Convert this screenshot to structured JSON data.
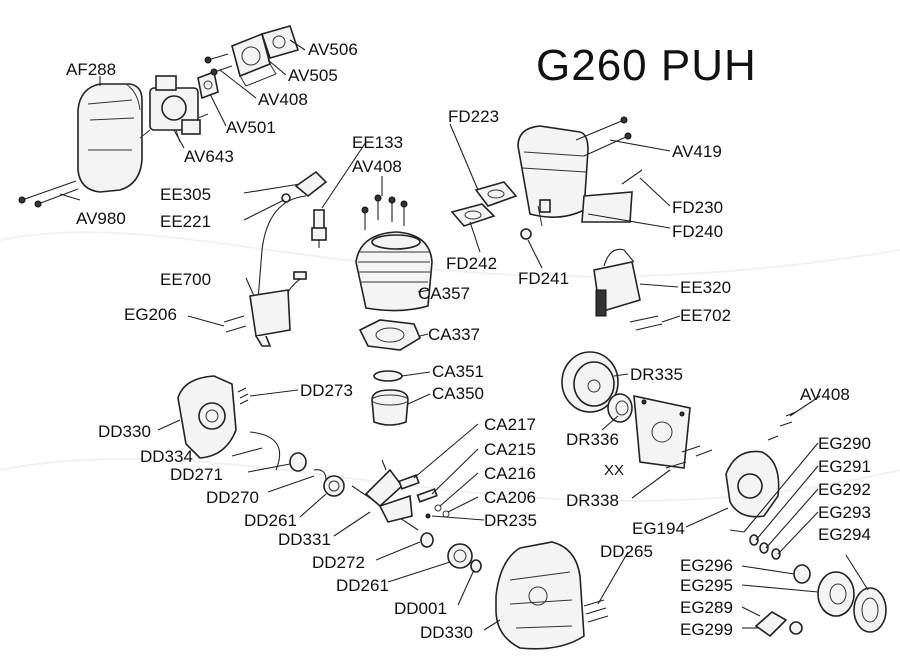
{
  "title": "G260 PUH",
  "labels": [
    {
      "id": "AV506",
      "text": "AV506"
    },
    {
      "id": "AV505",
      "text": "AV505"
    },
    {
      "id": "AF288",
      "text": "AF288"
    },
    {
      "id": "AV408a",
      "text": "AV408"
    },
    {
      "id": "AV501",
      "text": "AV501"
    },
    {
      "id": "AV643",
      "text": "AV643"
    },
    {
      "id": "FD223",
      "text": "FD223"
    },
    {
      "id": "AV419",
      "text": "AV419"
    },
    {
      "id": "EE133",
      "text": "EE133"
    },
    {
      "id": "AV408b",
      "text": "AV408"
    },
    {
      "id": "EE305",
      "text": "EE305"
    },
    {
      "id": "EE221",
      "text": "EE221"
    },
    {
      "id": "AV980",
      "text": "AV980"
    },
    {
      "id": "FD230",
      "text": "FD230"
    },
    {
      "id": "FD240",
      "text": "FD240"
    },
    {
      "id": "FD242",
      "text": "FD242"
    },
    {
      "id": "FD241",
      "text": "FD241"
    },
    {
      "id": "EE700",
      "text": "EE700"
    },
    {
      "id": "CA357",
      "text": "CA357"
    },
    {
      "id": "EE320",
      "text": "EE320"
    },
    {
      "id": "EG206",
      "text": "EG206"
    },
    {
      "id": "EE702",
      "text": "EE702"
    },
    {
      "id": "CA337",
      "text": "CA337"
    },
    {
      "id": "CA351",
      "text": "CA351"
    },
    {
      "id": "DR335",
      "text": "DR335"
    },
    {
      "id": "DD273",
      "text": "DD273"
    },
    {
      "id": "CA350",
      "text": "CA350"
    },
    {
      "id": "AV408c",
      "text": "AV408"
    },
    {
      "id": "DD330a",
      "text": "DD330"
    },
    {
      "id": "CA217",
      "text": "CA217"
    },
    {
      "id": "DR336",
      "text": "DR336"
    },
    {
      "id": "EG290",
      "text": "EG290"
    },
    {
      "id": "DD334",
      "text": "DD334"
    },
    {
      "id": "CA215",
      "text": "CA215"
    },
    {
      "id": "EG291",
      "text": "EG291"
    },
    {
      "id": "DD271",
      "text": "DD271"
    },
    {
      "id": "XX",
      "text": "XX"
    },
    {
      "id": "CA216",
      "text": "CA216"
    },
    {
      "id": "EG292",
      "text": "EG292"
    },
    {
      "id": "DD270",
      "text": "DD270"
    },
    {
      "id": "CA206",
      "text": "CA206"
    },
    {
      "id": "DR338",
      "text": "DR338"
    },
    {
      "id": "EG293",
      "text": "EG293"
    },
    {
      "id": "DD261a",
      "text": "DD261"
    },
    {
      "id": "DR235",
      "text": "DR235"
    },
    {
      "id": "EG194",
      "text": "EG194"
    },
    {
      "id": "EG294",
      "text": "EG294"
    },
    {
      "id": "DD331",
      "text": "DD331"
    },
    {
      "id": "DD265",
      "text": "DD265"
    },
    {
      "id": "DD272",
      "text": "DD272"
    },
    {
      "id": "EG296",
      "text": "EG296"
    },
    {
      "id": "DD261b",
      "text": "DD261"
    },
    {
      "id": "EG295",
      "text": "EG295"
    },
    {
      "id": "DD001",
      "text": "DD001"
    },
    {
      "id": "EG289",
      "text": "EG289"
    },
    {
      "id": "DD330b",
      "text": "DD330"
    },
    {
      "id": "EG299",
      "text": "EG299"
    }
  ]
}
